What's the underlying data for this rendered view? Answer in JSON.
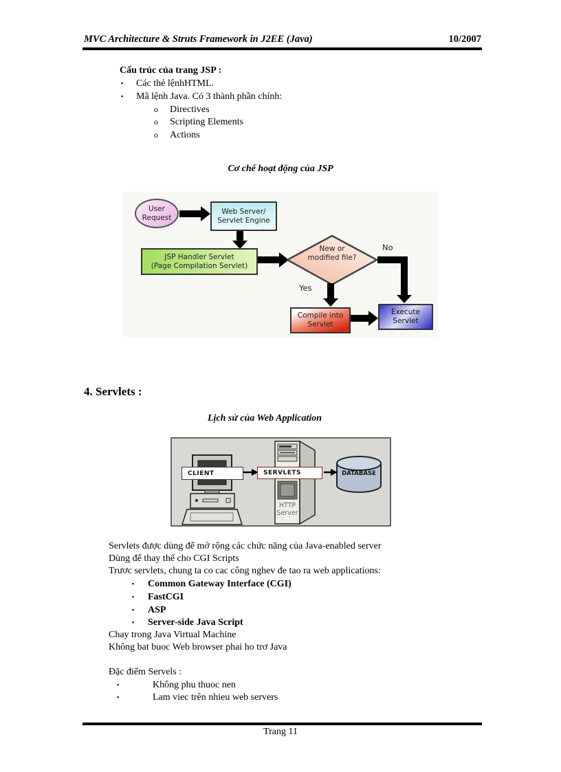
{
  "header": {
    "title": "MVC Architecture & Struts Framework in J2EE (Java)",
    "date": "10/2007"
  },
  "footer": {
    "page_label": "Trang 11"
  },
  "glyphs": {
    "square_bullet": "▪",
    "circle_bullet": "o"
  },
  "jsp_structure": {
    "heading": "Cấu trúc của trang JSP :",
    "bullets": [
      "Các thẻ lệnhHTML.",
      "Mã lệnh Java. Có 3 thành phần chính:"
    ],
    "sub_bullets": [
      "Directives",
      "Scripting Elements",
      "Actions"
    ]
  },
  "jsp_flowchart": {
    "title": "Cơ chế hoạt động của JSP",
    "user_request": {
      "line1": "User",
      "line2": "Request"
    },
    "web_server": {
      "line1": "Web Server/",
      "line2": "Servlet Engine"
    },
    "jsp_handler": {
      "line1": "JSP Handler Servlet",
      "line2": "(Page Compilation Servlet)"
    },
    "decision": {
      "line1": "New or",
      "line2": "modified file?"
    },
    "no_label": "No",
    "yes_label": "Yes",
    "compile": {
      "line1": "Compile into",
      "line2": "Servlet"
    },
    "execute": {
      "line1": "Execute",
      "line2": "Servlet"
    }
  },
  "servlets_section": {
    "heading": "4. Servlets :",
    "history_title": "Lịch sử của Web Application",
    "diagram": {
      "client": "CLIENT",
      "servlets": "SERVLETS",
      "database": "DATABASE",
      "http_server": {
        "line1": "HTTP",
        "line2": "Server"
      }
    },
    "paragraphs": [
      "Servlets được dùng để mở rộng các chức năng của Java-enabled server",
      "Dùng để thay thế cho CGI Scripts",
      "Trươc servlets, chung ta co cac công nghev đe tao ra  web applications:"
    ],
    "tech_bullets": [
      "Common Gateway Interface (CGI)",
      "FastCGI",
      "ASP",
      "Server-side Java Script"
    ],
    "post_paragraphs": [
      "Chay trong Java Virtual Machine",
      "Không bat buoc Web browser phai ho trơ Java"
    ],
    "features_heading": "Đặc điểm Servels :",
    "feature_bullets": [
      "Không phu thuoc nen",
      "Lam viec trên nhieu web servers"
    ]
  },
  "colors": {
    "user_request_fill": "#e9b9e4",
    "web_server_fill": "#bfeaf0",
    "jsp_handler_fill": "#a4dc5e",
    "decision_fill": "#f2b89e",
    "compile_fill": "#d12c17",
    "execute_fill": "#2f2fc9",
    "database_fill": "#b7c3d5",
    "diagram_bg": "#d8d8d4",
    "arrow": "#000000"
  }
}
